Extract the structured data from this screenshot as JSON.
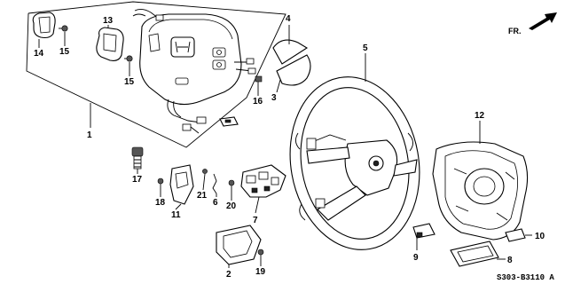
{
  "diagram": {
    "part_labels": [
      "1",
      "2",
      "3",
      "4",
      "5",
      "6",
      "7",
      "8",
      "9",
      "10",
      "11",
      "12",
      "13",
      "14",
      "15",
      "15",
      "16",
      "17",
      "18",
      "19",
      "20",
      "21"
    ],
    "direction_label": "FR.",
    "diagram_code": "S303-B3110 A"
  }
}
